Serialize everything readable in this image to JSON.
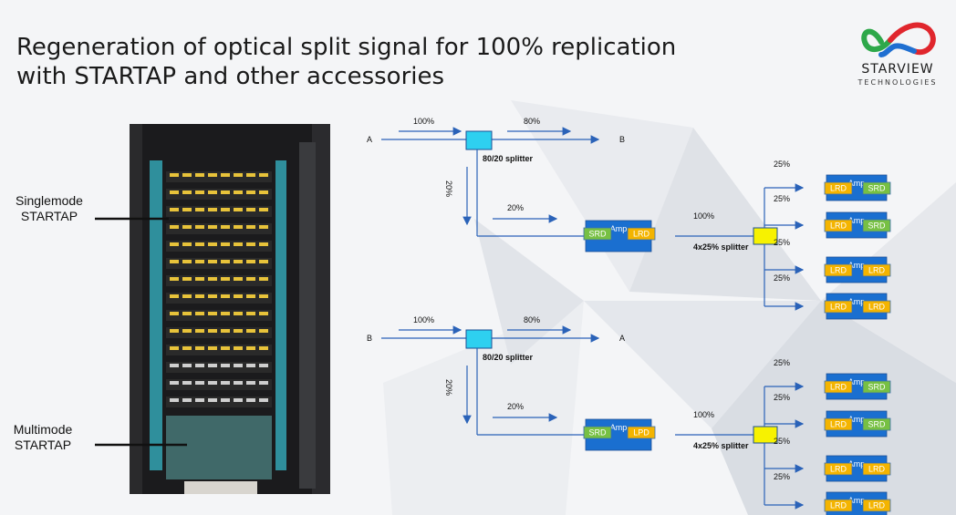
{
  "title": {
    "line1": "Regeneration of optical split signal for 100% replication",
    "line2": "with STARTAP and other accessories"
  },
  "logo": {
    "name": "STARVIEW",
    "subtitle": "TECHNOLOGIES",
    "icon": "starview-infinity-icon",
    "colors": [
      "#e0262d",
      "#1f6fd1",
      "#2ea84a"
    ]
  },
  "callouts": {
    "singlemode": [
      "Singlemode",
      "STARTAP"
    ],
    "multimode": [
      "Multimode",
      "STARTAP"
    ]
  },
  "colors": {
    "line": "#2a62b8",
    "splitter": "#2ed0f0",
    "splitter4": "#f7f200",
    "amp": "#1a6fd0",
    "srd": "#77c043",
    "lrd": "#f4b400"
  },
  "diagrams": [
    {
      "input": "A",
      "output": "B",
      "in_pct": "100%",
      "out_pct": "80%",
      "splitter_label": "80/20 splitter",
      "tap_pct": "20%",
      "tap_pct2": "20%",
      "main": {
        "left": "SRD",
        "mid": "Amp",
        "right": "LRD"
      },
      "after_amp_pct": "100%",
      "splitter4_label": "4x25% splitter",
      "branches": [
        {
          "pct": "25%",
          "left": "LRD",
          "mid": "Amp",
          "right": "SRD"
        },
        {
          "pct": "25%",
          "left": "LRD",
          "mid": "Amp",
          "right": "SRD"
        },
        {
          "pct": "25%",
          "left": "LRD",
          "mid": "Amp",
          "right": "LRD"
        },
        {
          "pct": "25%",
          "left": "LRD",
          "mid": "Amp",
          "right": "LRD"
        }
      ]
    },
    {
      "input": "B",
      "output": "A",
      "in_pct": "100%",
      "out_pct": "80%",
      "splitter_label": "80/20 splitter",
      "tap_pct": "20%",
      "tap_pct2": "20%",
      "main": {
        "left": "SRD",
        "mid": "Amp",
        "right": "LPD"
      },
      "after_amp_pct": "100%",
      "splitter4_label": "4x25% splitter",
      "branches": [
        {
          "pct": "25%",
          "left": "LRD",
          "mid": "Amp",
          "right": "SRD"
        },
        {
          "pct": "25%",
          "left": "LRD",
          "mid": "Amp",
          "right": "SRD"
        },
        {
          "pct": "25%",
          "left": "LRD",
          "mid": "Amp",
          "right": "LRD"
        },
        {
          "pct": "25%",
          "left": "LRD",
          "mid": "Amp",
          "right": "LRD"
        }
      ]
    }
  ]
}
